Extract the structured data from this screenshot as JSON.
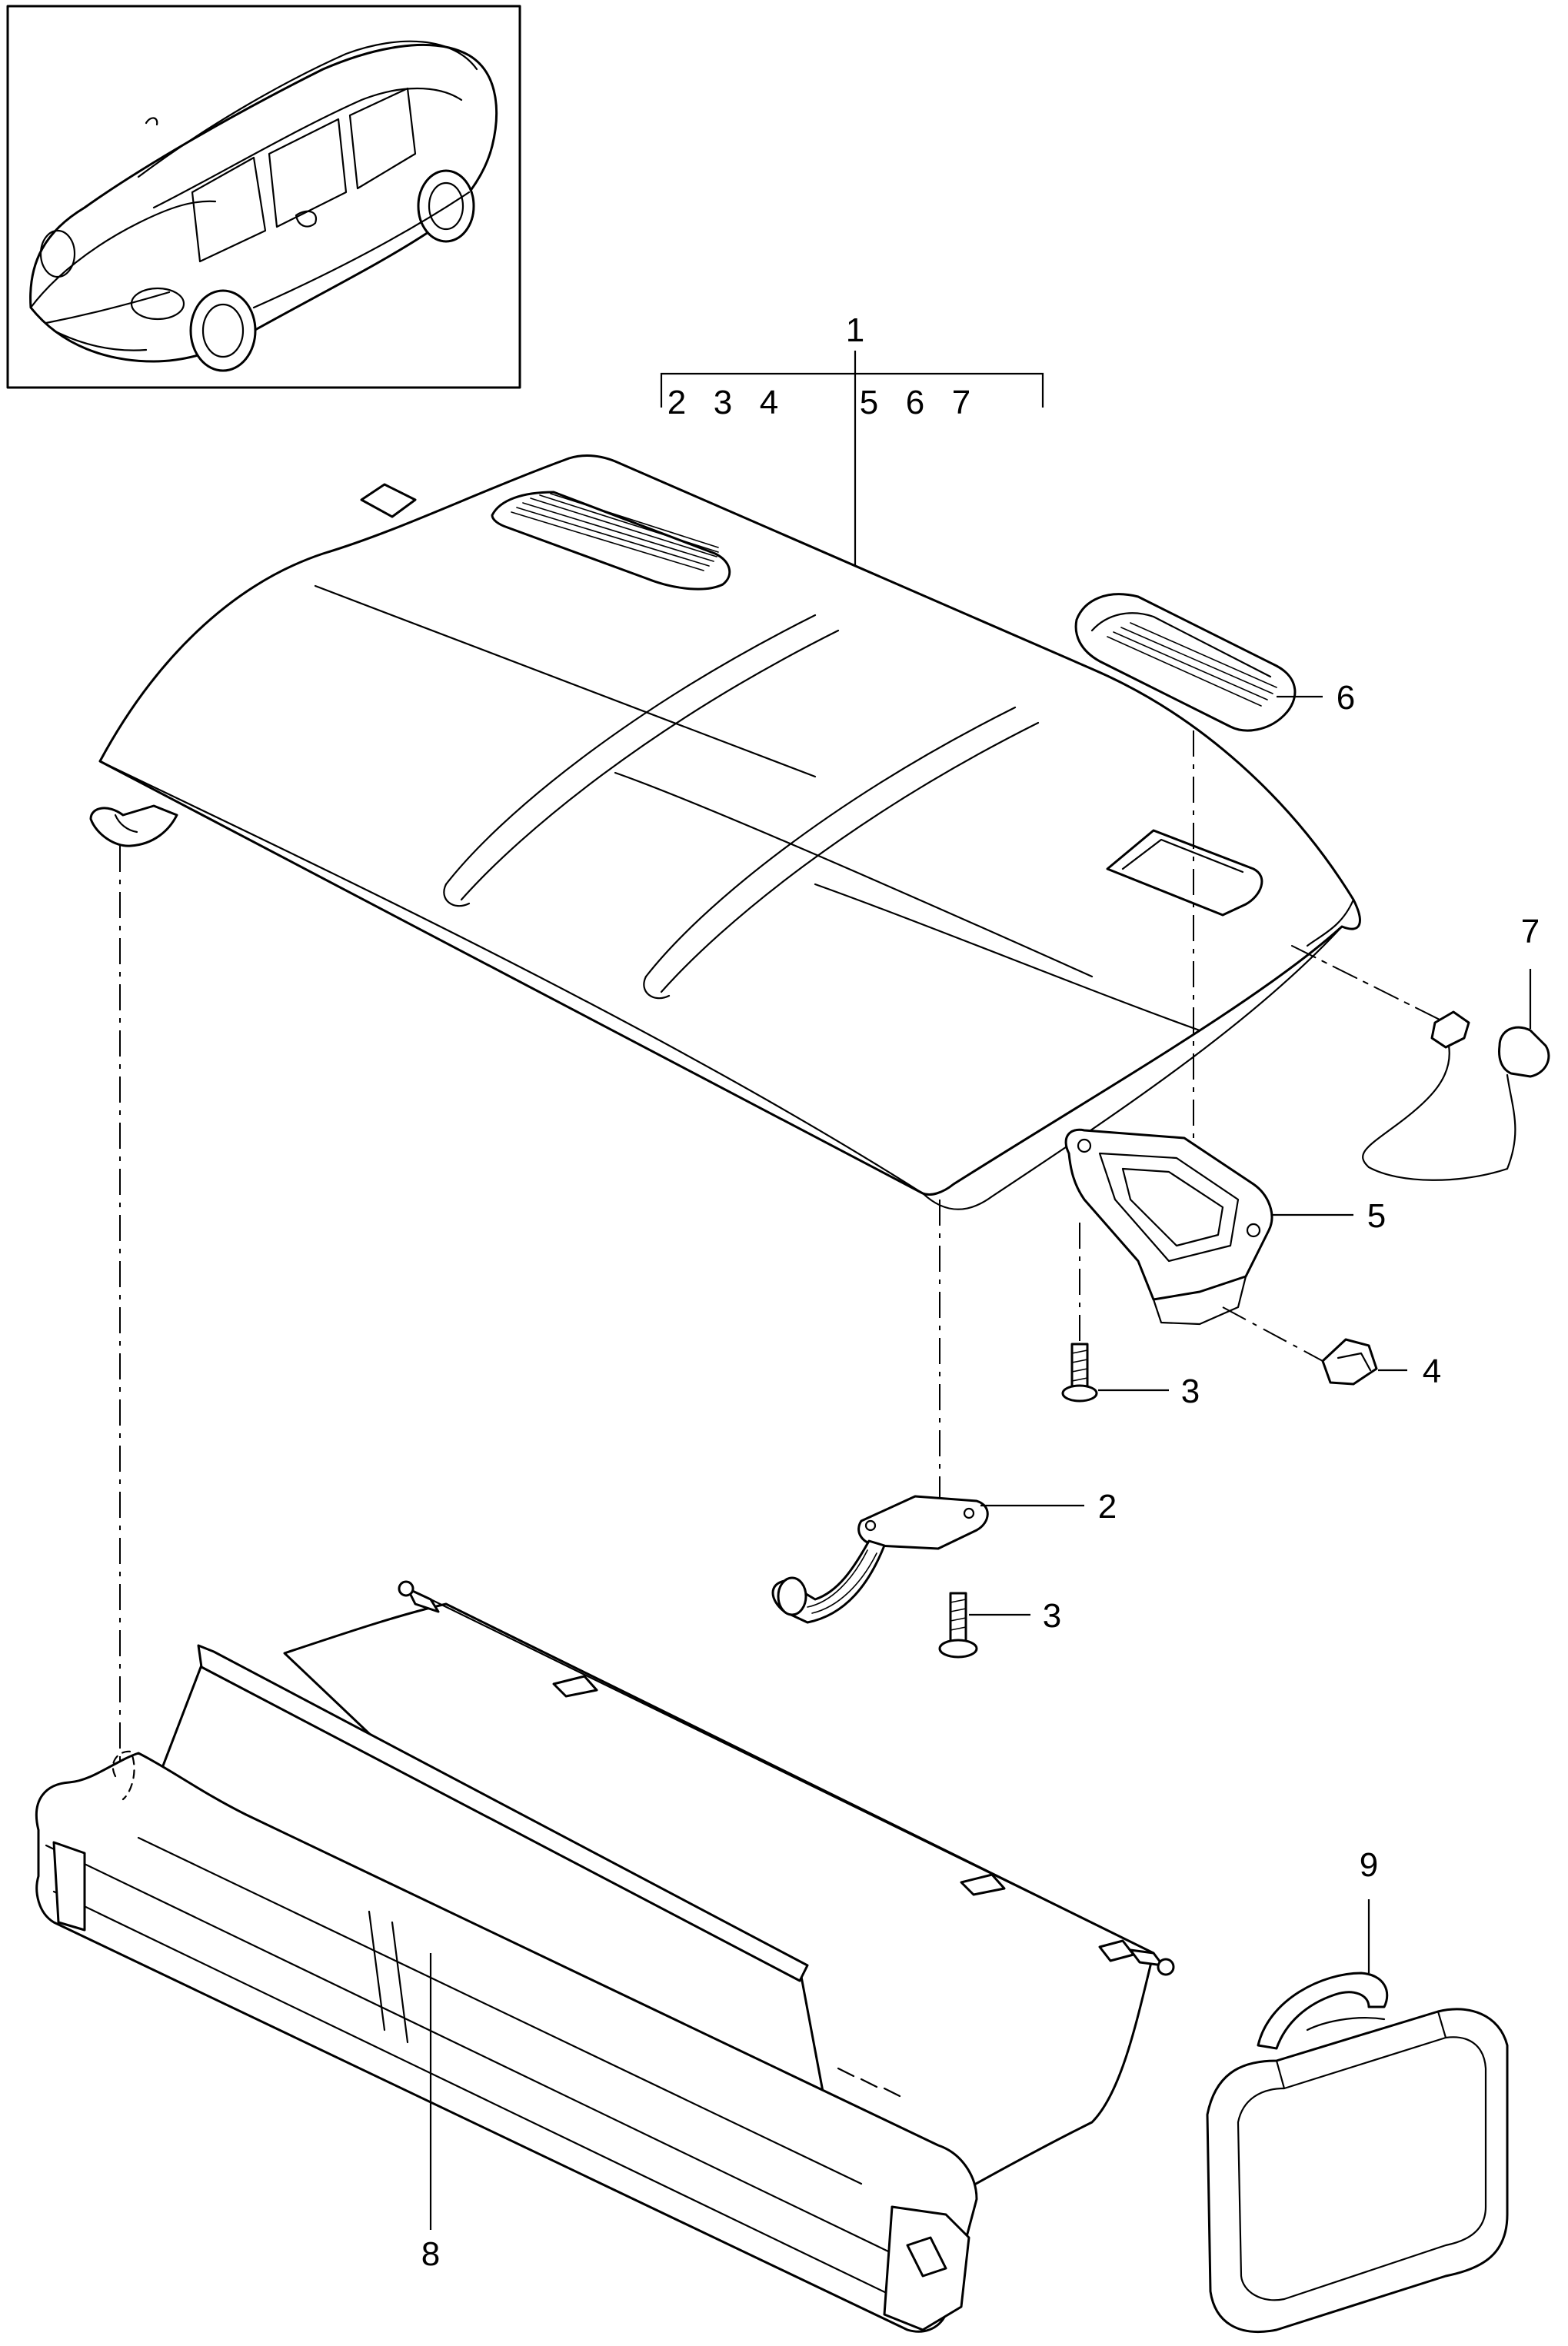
{
  "diagram": {
    "callouts": {
      "p1": "1",
      "p2a": "2",
      "p3a": "3",
      "p3b": "3",
      "p4": "4",
      "p5": "5",
      "p6": "6",
      "p7": "7",
      "p8": "8",
      "p9": "9"
    },
    "group_bracket": {
      "left_items": [
        "2",
        "3",
        "4"
      ],
      "right_items": [
        "5",
        "6",
        "7"
      ]
    },
    "colors": {
      "ink": "#000000",
      "paper": "#ffffff"
    }
  }
}
